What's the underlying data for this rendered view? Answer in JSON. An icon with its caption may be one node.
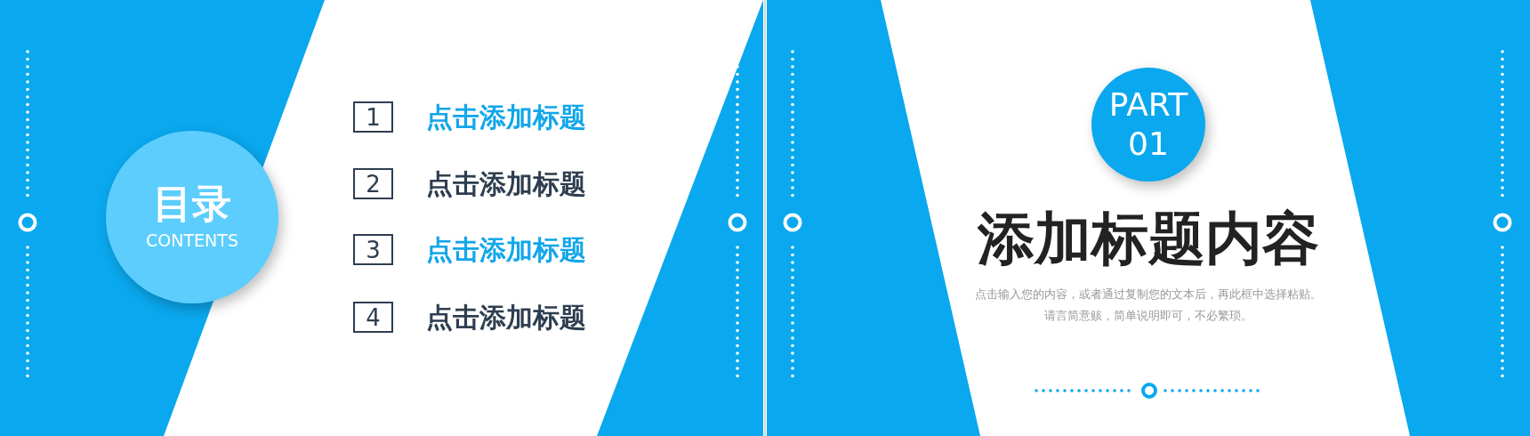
{
  "diagram": {
    "nodes": [
      {
        "text": [
          "目录",
          "CONTENTS"
        ]
      },
      {
        "text": [
          "1"
        ],
        "beside": [
          "点击添加标题"
        ]
      },
      {
        "text": [
          "2"
        ],
        "beside": [
          "点击添加标题"
        ]
      },
      {
        "text": [
          "3"
        ],
        "beside": [
          "点击添加标题"
        ]
      },
      {
        "text": [
          "4"
        ],
        "beside": [
          "点击添加标题"
        ]
      },
      {
        "text": [
          "PART 01"
        ]
      }
    ],
    "labels": [
      "添加标题内容",
      "点击输入您的内容，或者通过复制您的文本后，再此框中选择粘贴。",
      "请言简意赅，简单说明即可，不必繁琐。"
    ]
  }
}
